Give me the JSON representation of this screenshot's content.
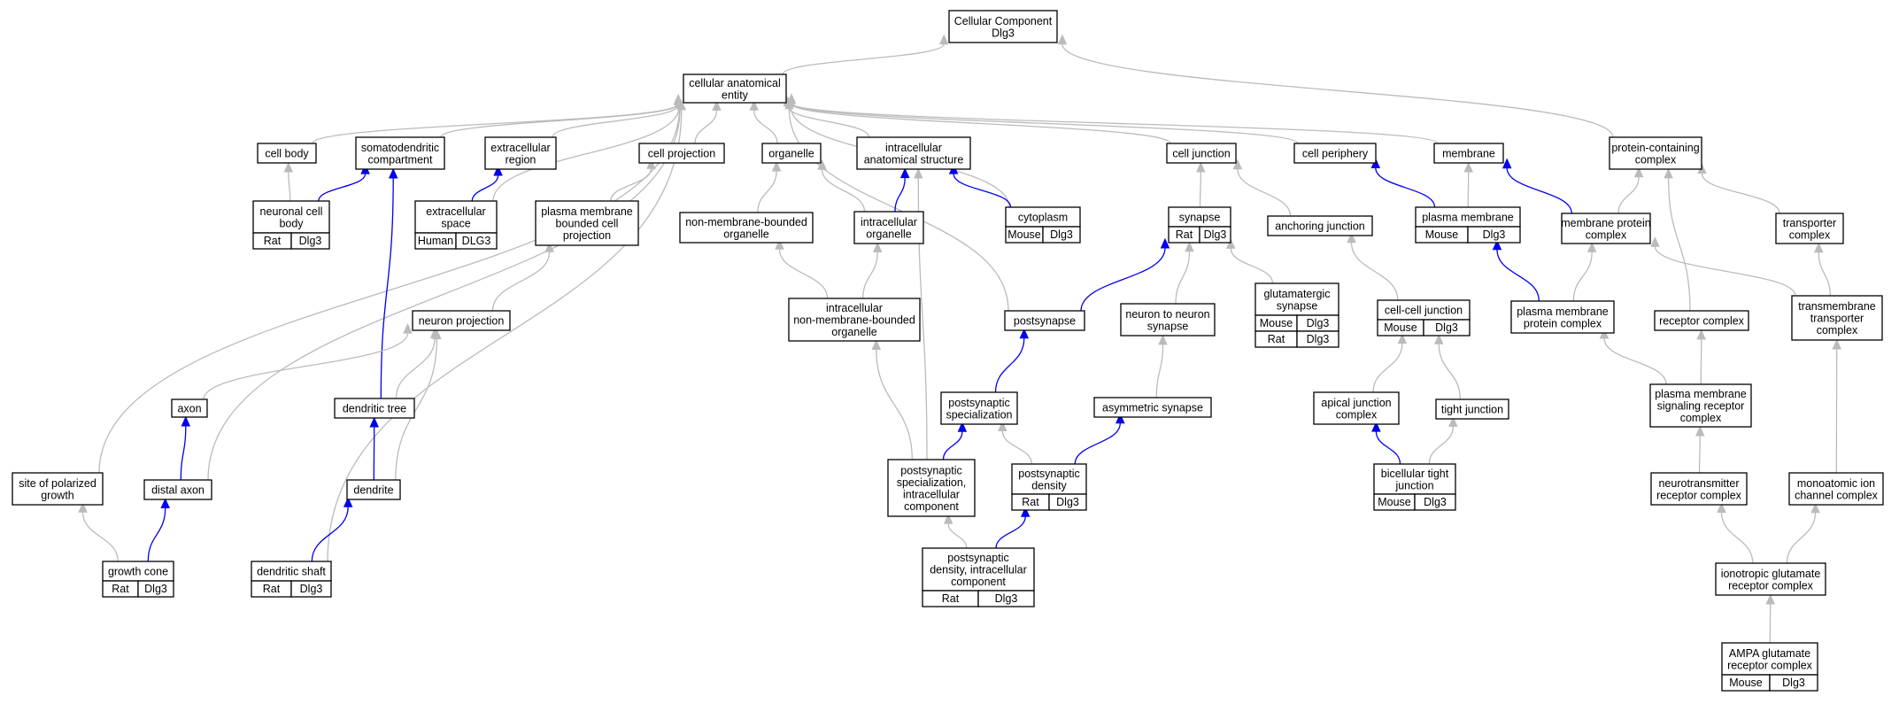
{
  "diagram_title": [
    "Cellular Component",
    "Dlg3"
  ],
  "colors": {
    "gray_edge": "#bbbbbb",
    "blue_edge": "#0000ee",
    "rat": "#ffd700",
    "mouse": "#add8e6",
    "human": "#ee5a46"
  },
  "nodes": {
    "root": {
      "lines": [
        "Cellular Component",
        "Dlg3"
      ]
    },
    "cae": {
      "lines": [
        "cellular anatomical",
        "entity"
      ]
    },
    "cell_body": {
      "lines": [
        "cell body"
      ]
    },
    "somato": {
      "lines": [
        "somatodendritic",
        "compartment"
      ]
    },
    "extra_region": {
      "lines": [
        "extracellular",
        "region"
      ]
    },
    "cell_projection": {
      "lines": [
        "cell projection"
      ]
    },
    "organelle": {
      "lines": [
        "organelle"
      ]
    },
    "ias": {
      "lines": [
        "intracellular",
        "anatomical structure"
      ]
    },
    "cell_junction": {
      "lines": [
        "cell junction"
      ]
    },
    "cell_periphery": {
      "lines": [
        "cell periphery"
      ]
    },
    "membrane": {
      "lines": [
        "membrane"
      ]
    },
    "pcc": {
      "lines": [
        "protein-containing",
        "complex"
      ]
    },
    "ncb": {
      "lines": [
        "neuronal cell",
        "body"
      ],
      "tags": [
        "Rat",
        "Dlg3"
      ]
    },
    "extra_space": {
      "lines": [
        "extracellular",
        "space"
      ],
      "tags": [
        "Human",
        "DLG3"
      ]
    },
    "pmbcp": {
      "lines": [
        "plasma membrane",
        "bounded cell",
        "projection"
      ]
    },
    "nmbo": {
      "lines": [
        "non-membrane-bounded",
        "organelle"
      ]
    },
    "io": {
      "lines": [
        "intracellular",
        "organelle"
      ]
    },
    "cytoplasm": {
      "lines": [
        "cytoplasm"
      ],
      "tags": [
        "Mouse",
        "Dlg3"
      ]
    },
    "synapse": {
      "lines": [
        "synapse"
      ],
      "tags": [
        "Rat",
        "Dlg3"
      ]
    },
    "anchoring": {
      "lines": [
        "anchoring junction"
      ]
    },
    "plasma_membrane": {
      "lines": [
        "plasma membrane"
      ],
      "tags": [
        "Mouse",
        "Dlg3"
      ]
    },
    "mpc": {
      "lines": [
        "membrane protein",
        "complex"
      ]
    },
    "transporter": {
      "lines": [
        "transporter",
        "complex"
      ]
    },
    "neuron_projection": {
      "lines": [
        "neuron projection"
      ]
    },
    "inmbo": {
      "lines": [
        "intracellular",
        "non-membrane-bounded",
        "organelle"
      ]
    },
    "postsynapse": {
      "lines": [
        "postsynapse"
      ]
    },
    "n2n": {
      "lines": [
        "neuron to neuron",
        "synapse"
      ]
    },
    "glut_syn": {
      "lines": [
        "glutamatergic",
        "synapse"
      ],
      "tags": [
        "Mouse",
        "Dlg3",
        "Rat",
        "Dlg3"
      ]
    },
    "ccj": {
      "lines": [
        "cell-cell junction"
      ],
      "tags": [
        "Mouse",
        "Dlg3"
      ]
    },
    "pmpc": {
      "lines": [
        "plasma membrane",
        "protein complex"
      ]
    },
    "receptor": {
      "lines": [
        "receptor complex"
      ]
    },
    "tmt": {
      "lines": [
        "transmembrane",
        "transporter",
        "complex"
      ]
    },
    "axon": {
      "lines": [
        "axon"
      ]
    },
    "dtree": {
      "lines": [
        "dendritic tree"
      ]
    },
    "ps_spec": {
      "lines": [
        "postsynaptic",
        "specialization"
      ]
    },
    "asym": {
      "lines": [
        "asymmetric synapse"
      ]
    },
    "apical": {
      "lines": [
        "apical junction",
        "complex"
      ]
    },
    "tight": {
      "lines": [
        "tight junction"
      ]
    },
    "pmsrc": {
      "lines": [
        "plasma membrane",
        "signaling receptor",
        "complex"
      ]
    },
    "spg": {
      "lines": [
        "site of polarized",
        "growth"
      ]
    },
    "distal_axon": {
      "lines": [
        "distal axon"
      ]
    },
    "dendrite": {
      "lines": [
        "dendrite"
      ]
    },
    "pssic": {
      "lines": [
        "postsynaptic",
        "specialization,",
        "intracellular",
        "component"
      ]
    },
    "psd": {
      "lines": [
        "postsynaptic",
        "density"
      ],
      "tags": [
        "Rat",
        "Dlg3"
      ]
    },
    "btj": {
      "lines": [
        "bicellular tight",
        "junction"
      ],
      "tags": [
        "Mouse",
        "Dlg3"
      ]
    },
    "nrc": {
      "lines": [
        "neurotransmitter",
        "receptor complex"
      ]
    },
    "maic": {
      "lines": [
        "monoatomic ion",
        "channel complex"
      ]
    },
    "growth_cone": {
      "lines": [
        "growth cone"
      ],
      "tags": [
        "Rat",
        "Dlg3"
      ]
    },
    "dshaft": {
      "lines": [
        "dendritic shaft"
      ],
      "tags": [
        "Rat",
        "Dlg3"
      ]
    },
    "psdic": {
      "lines": [
        "postsynaptic",
        "density, intracellular",
        "component"
      ],
      "tags": [
        "Rat",
        "Dlg3"
      ]
    },
    "igrc": {
      "lines": [
        "ionotropic glutamate",
        "receptor complex"
      ]
    },
    "ampa": {
      "lines": [
        "AMPA glutamate",
        "receptor complex"
      ],
      "tags": [
        "Mouse",
        "Dlg3"
      ]
    }
  },
  "edges": [
    [
      "cae",
      "root",
      "gray"
    ],
    [
      "pcc",
      "root",
      "gray"
    ],
    [
      "cell_body",
      "cae",
      "gray"
    ],
    [
      "somato",
      "cae",
      "gray"
    ],
    [
      "extra_region",
      "cae",
      "gray"
    ],
    [
      "cell_projection",
      "cae",
      "gray"
    ],
    [
      "organelle",
      "cae",
      "gray"
    ],
    [
      "ias",
      "cae",
      "gray"
    ],
    [
      "cell_junction",
      "cae",
      "gray"
    ],
    [
      "cell_periphery",
      "cae",
      "gray"
    ],
    [
      "membrane",
      "cae",
      "gray"
    ],
    [
      "extra_space",
      "cae",
      "gray"
    ],
    [
      "cytoplasm",
      "cae",
      "gray"
    ],
    [
      "postsynapse",
      "cae",
      "gray"
    ],
    [
      "spg",
      "cae",
      "gray"
    ],
    [
      "distal_axon",
      "cae",
      "gray"
    ],
    [
      "dshaft",
      "cae",
      "gray"
    ],
    [
      "ncb",
      "cell_body",
      "gray"
    ],
    [
      "ncb",
      "somato",
      "blue"
    ],
    [
      "dtree",
      "somato",
      "blue"
    ],
    [
      "extra_space",
      "extra_region",
      "blue"
    ],
    [
      "pmbcp",
      "cell_projection",
      "gray"
    ],
    [
      "nmbo",
      "organelle",
      "gray"
    ],
    [
      "io",
      "organelle",
      "gray"
    ],
    [
      "io",
      "ias",
      "blue"
    ],
    [
      "cytoplasm",
      "ias",
      "blue"
    ],
    [
      "pssic",
      "ias",
      "gray"
    ],
    [
      "synapse",
      "cell_junction",
      "gray"
    ],
    [
      "anchoring",
      "cell_junction",
      "gray"
    ],
    [
      "plasma_membrane",
      "cell_periphery",
      "blue"
    ],
    [
      "plasma_membrane",
      "membrane",
      "gray"
    ],
    [
      "mpc",
      "membrane",
      "blue"
    ],
    [
      "mpc",
      "pcc",
      "gray"
    ],
    [
      "transporter",
      "pcc",
      "gray"
    ],
    [
      "receptor",
      "pcc",
      "gray"
    ],
    [
      "neuron_projection",
      "pmbcp",
      "gray"
    ],
    [
      "inmbo",
      "nmbo",
      "gray"
    ],
    [
      "inmbo",
      "io",
      "gray"
    ],
    [
      "postsynapse",
      "synapse",
      "blue"
    ],
    [
      "n2n",
      "synapse",
      "gray"
    ],
    [
      "glut_syn",
      "synapse",
      "gray"
    ],
    [
      "ccj",
      "anchoring",
      "gray"
    ],
    [
      "pmpc",
      "plasma_membrane",
      "blue"
    ],
    [
      "pmpc",
      "mpc",
      "gray"
    ],
    [
      "tmt",
      "mpc",
      "gray"
    ],
    [
      "tmt",
      "transporter",
      "gray"
    ],
    [
      "axon",
      "neuron_projection",
      "gray"
    ],
    [
      "dtree",
      "neuron_projection",
      "gray"
    ],
    [
      "dendrite",
      "neuron_projection",
      "gray"
    ],
    [
      "ps_spec",
      "postsynapse",
      "blue"
    ],
    [
      "asym",
      "n2n",
      "gray"
    ],
    [
      "apical",
      "ccj",
      "gray"
    ],
    [
      "tight",
      "ccj",
      "gray"
    ],
    [
      "pmsrc",
      "receptor",
      "gray"
    ],
    [
      "pmsrc",
      "pmpc",
      "gray"
    ],
    [
      "growth_cone",
      "spg",
      "gray"
    ],
    [
      "distal_axon",
      "axon",
      "blue"
    ],
    [
      "dendrite",
      "dtree",
      "blue"
    ],
    [
      "pssic",
      "inmbo",
      "gray"
    ],
    [
      "psd",
      "ps_spec",
      "gray"
    ],
    [
      "pssic",
      "ps_spec",
      "blue"
    ],
    [
      "psd",
      "asym",
      "blue"
    ],
    [
      "btj",
      "apical",
      "blue"
    ],
    [
      "btj",
      "tight",
      "gray"
    ],
    [
      "nrc",
      "pmsrc",
      "gray"
    ],
    [
      "maic",
      "tmt",
      "gray"
    ],
    [
      "growth_cone",
      "distal_axon",
      "blue"
    ],
    [
      "dshaft",
      "dendrite",
      "blue"
    ],
    [
      "psdic",
      "pssic",
      "gray"
    ],
    [
      "psdic",
      "psd",
      "blue"
    ],
    [
      "igrc",
      "nrc",
      "gray"
    ],
    [
      "igrc",
      "maic",
      "gray"
    ],
    [
      "ampa",
      "igrc",
      "gray"
    ]
  ]
}
